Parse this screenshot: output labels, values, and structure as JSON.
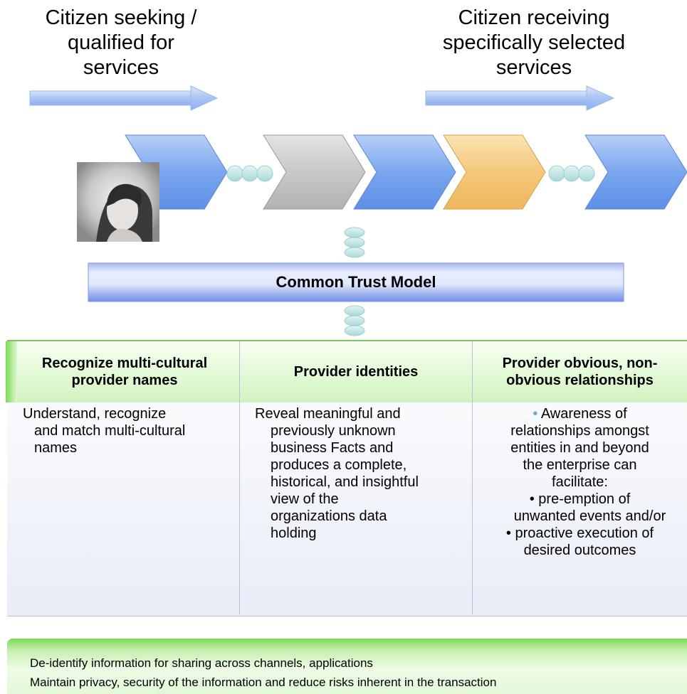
{
  "headings": {
    "left": [
      "Citizen seeking /",
      "qualified for",
      "services"
    ],
    "right": [
      "Citizen receiving",
      "specifically selected",
      "services"
    ]
  },
  "trust_model": {
    "label": "Common Trust Model"
  },
  "columns": [
    {
      "title": [
        "Recognize multi-cultural",
        "provider names"
      ],
      "body": [
        "Understand, recognize",
        "and match multi-cultural",
        "names"
      ]
    },
    {
      "title": [
        "Provider identities"
      ],
      "body": [
        "Reveal meaningful and",
        "previously unknown",
        "business Facts and",
        "produces a complete,",
        "historical, and insightful",
        "view of the",
        "organizations data",
        "holding"
      ]
    },
    {
      "title": [
        "Provider obvious, non-",
        "obvious relationships"
      ],
      "body": {
        "bullet": "•",
        "lines": [
          "Awareness of",
          "relationships amongst",
          "entities in and beyond",
          "the enterprise can",
          "facilitate:"
        ],
        "sub_items": [
          [
            "pre-emption of",
            "unwanted events and/or"
          ],
          [
            "proactive execution of",
            "desired outcomes"
          ]
        ],
        "sub_bullet": "•"
      }
    }
  ],
  "footer": {
    "lines": [
      "De-identify information for sharing across channels, applications",
      "Maintain privacy, security of the information and reduce risks inherent in the transaction"
    ]
  },
  "colors": {
    "blue_chevron": "#7aa6ee",
    "gray_chevron": "#c8c8c8",
    "orange_chevron": "#f4c87a",
    "connector_dots": "#bde3e3",
    "trust_bar": "#8fa6ec",
    "green_band": "#7ed957"
  },
  "icons": {
    "photo": "person-photo"
  }
}
